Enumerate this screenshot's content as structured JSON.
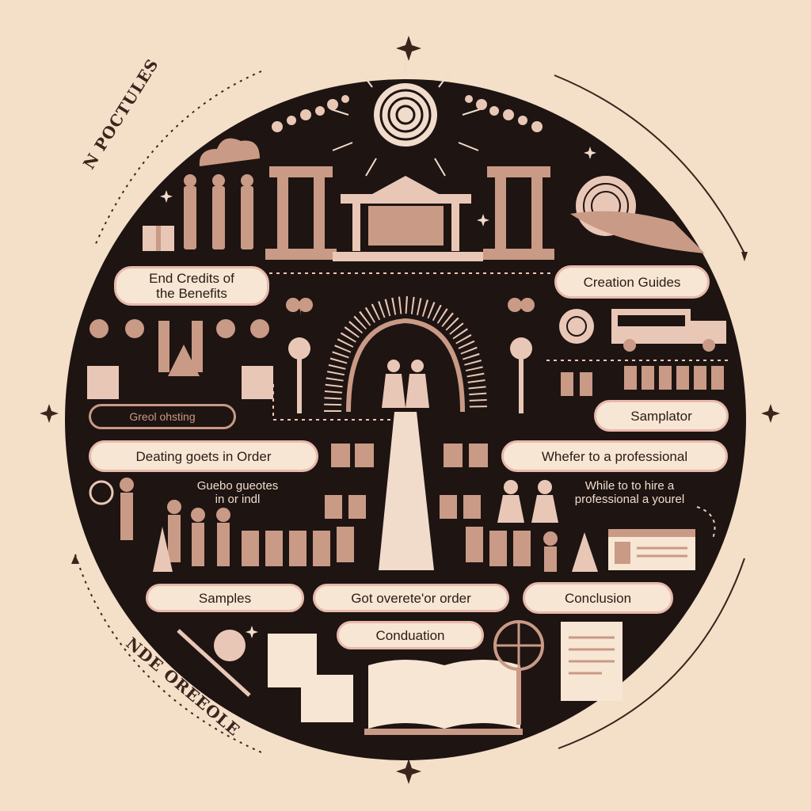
{
  "ring": {
    "top_left": "N POCTULES",
    "bottom_left": "NDE OREEOLE"
  },
  "labels": {
    "end_credits": [
      "End Credits of",
      "the Benefits"
    ],
    "creation_guides": "Creation Guides",
    "greeting": "Greol ohsting",
    "samplator": "Samplator",
    "seating_guests": "Deating goets in Order",
    "whether_professional": "Whefer to a professional",
    "guests_note": [
      "Guebo gueotes",
      "in or indl"
    ],
    "hire_note": [
      "While to to hire a",
      "professional a yourel"
    ],
    "samples": "Samples",
    "get_guests_order": "Got overete'or order",
    "conclusion_right": "Conclusion",
    "conclusion_center": "Conduation"
  },
  "colors": {
    "background": "#f4dfc9",
    "circle_fill": "#1e1412",
    "accent_rose": "#c99a86",
    "pill_fill": "#f7e6d3",
    "pill_border": "#e8b9ad",
    "ink": "#2a1c16"
  }
}
